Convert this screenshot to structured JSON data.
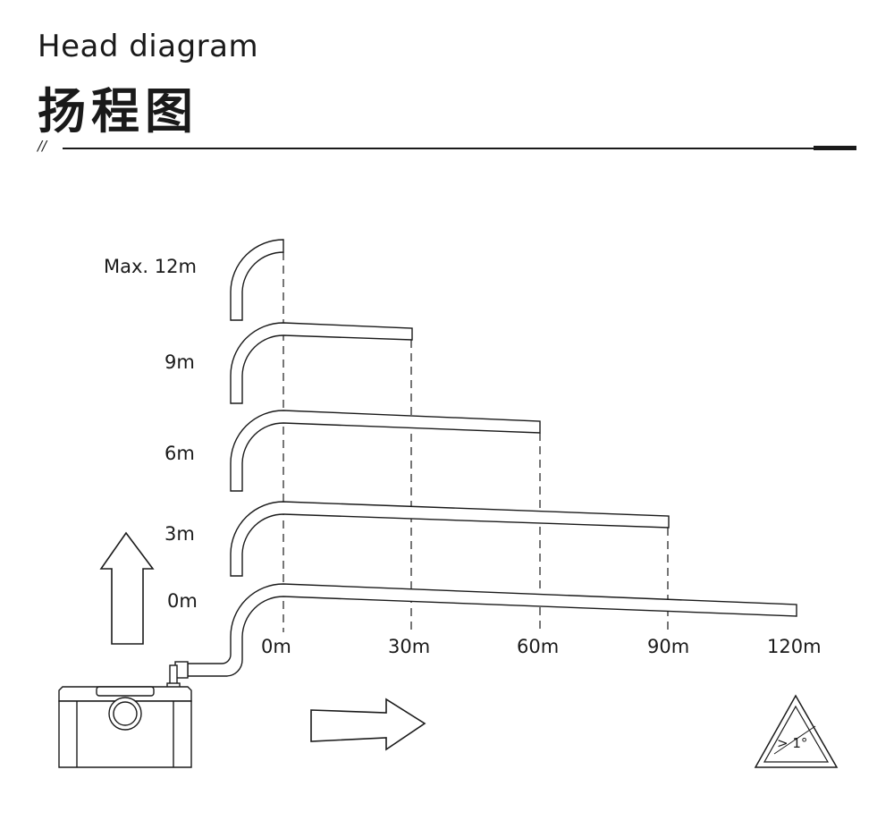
{
  "header": {
    "title_en": "Head diagram",
    "title_cn": "扬程图",
    "rule_mark": "//"
  },
  "diagram": {
    "head_labels": [
      "Max. 12m",
      "9m",
      "6m",
      "3m",
      "0m"
    ],
    "distance_labels": [
      "0m",
      "30m",
      "60m",
      "90m",
      "120m"
    ],
    "slope_label": "> 1°",
    "icons": {
      "up": "arrow-up-icon",
      "right": "arrow-right-icon",
      "slope": "slope-warning-triangle-icon",
      "pump": "pump-unit-icon"
    }
  }
}
